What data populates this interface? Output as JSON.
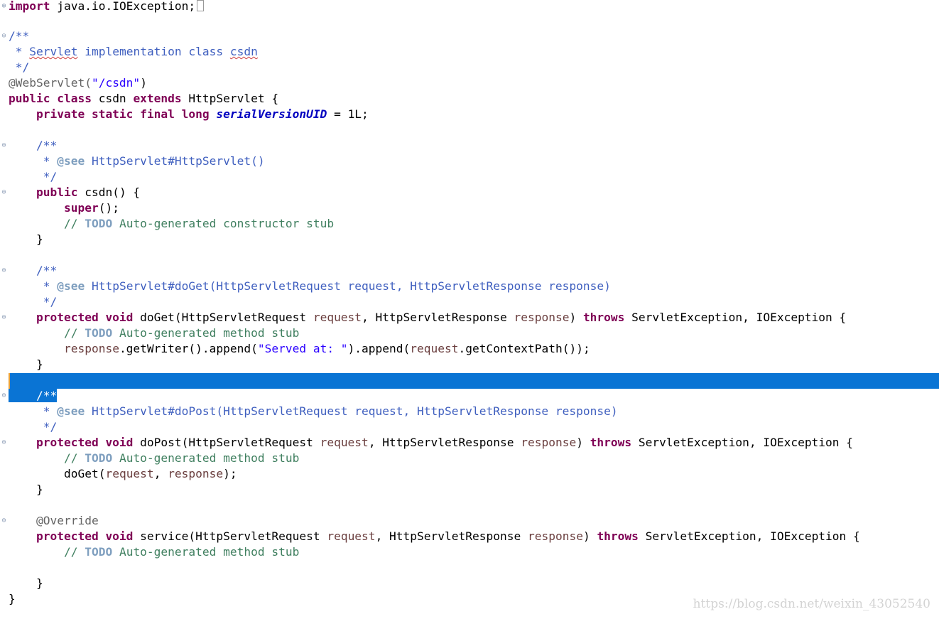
{
  "editor": {
    "lines": {
      "l1": {
        "import_kw": "import",
        "rest": " java.io.IOException;"
      },
      "l3": "/**",
      "l4": {
        "star": " * ",
        "w1": "Servlet",
        "mid": " implementation class ",
        "w2": "csdn"
      },
      "l5": " */",
      "l6": {
        "ann": "@WebServlet(",
        "str": "\"/csdn\"",
        "close": ")"
      },
      "l7": {
        "kw1": "public class",
        "name": " csdn ",
        "kw2": "extends",
        "rest": " HttpServlet {"
      },
      "l8": {
        "kw": "private static final long",
        "field": "serialVersionUID",
        "rest": " = 1L;"
      },
      "l10": "/**",
      "l11": {
        "star": " * ",
        "tag": "@see",
        "rest": " HttpServlet#HttpServlet()"
      },
      "l12": " */",
      "l13": {
        "kw": "public",
        "rest": " csdn() {"
      },
      "l14": {
        "kw": "super",
        "rest": "();"
      },
      "l15": {
        "slashes": "// ",
        "todo": "TODO",
        "rest": " Auto-generated constructor stub"
      },
      "l16": "}",
      "l18": "/**",
      "l19": {
        "star": " * ",
        "tag": "@see",
        "rest": " HttpServlet#doGet(HttpServletRequest request, HttpServletResponse response)"
      },
      "l20": " */",
      "l21": {
        "kw": "protected void",
        "a": " doGet(HttpServletRequest ",
        "p1": "request",
        "b": ", HttpServletResponse ",
        "p2": "response",
        "c": ") ",
        "throws": "throws",
        "d": " ServletException, IOException {"
      },
      "l22": {
        "slashes": "// ",
        "todo": "TODO",
        "rest": " Auto-generated method stub"
      },
      "l23": {
        "p1": "response",
        "a": ".getWriter().append(",
        "str": "\"Served at: \"",
        "b": ").append(",
        "p2": "request",
        "c": ".getContextPath());"
      },
      "l24": "}",
      "l26": "/**",
      "l27": {
        "star": " * ",
        "tag": "@see",
        "rest": " HttpServlet#doPost(HttpServletRequest request, HttpServletResponse response)"
      },
      "l28": " */",
      "l29": {
        "kw": "protected void",
        "a": " doPost(HttpServletRequest ",
        "p1": "request",
        "b": ", HttpServletResponse ",
        "p2": "response",
        "c": ") ",
        "throws": "throws",
        "d": " ServletException, IOException {"
      },
      "l30": {
        "slashes": "// ",
        "todo": "TODO",
        "rest": " Auto-generated method stub"
      },
      "l31": {
        "a": "doGet(",
        "p1": "request",
        "b": ", ",
        "p2": "response",
        "c": ");"
      },
      "l32": "}",
      "l34": "@Override",
      "l35": {
        "kw": "protected void",
        "a": " service(HttpServletRequest ",
        "p1": "request",
        "b": ", HttpServletResponse ",
        "p2": "response",
        "c": ") ",
        "throws": "throws",
        "d": " ServletException, IOException {"
      },
      "l36": {
        "slashes": "// ",
        "todo": "TODO",
        "rest": " Auto-generated method stub"
      },
      "l38": "}",
      "l39": "}"
    },
    "fold_icons": {
      "expand": "⊕",
      "collapse": "⊖"
    }
  },
  "watermark": "https://blog.csdn.net/weixin_43052540",
  "colors": {
    "keyword": "#7f0055",
    "string": "#2a00ff",
    "comment": "#3f7f5f",
    "javadoc": "#3f5fbf",
    "field": "#0000c0",
    "param": "#6a3e3e",
    "selection": "#0a74d4",
    "annotation": "#646464"
  }
}
